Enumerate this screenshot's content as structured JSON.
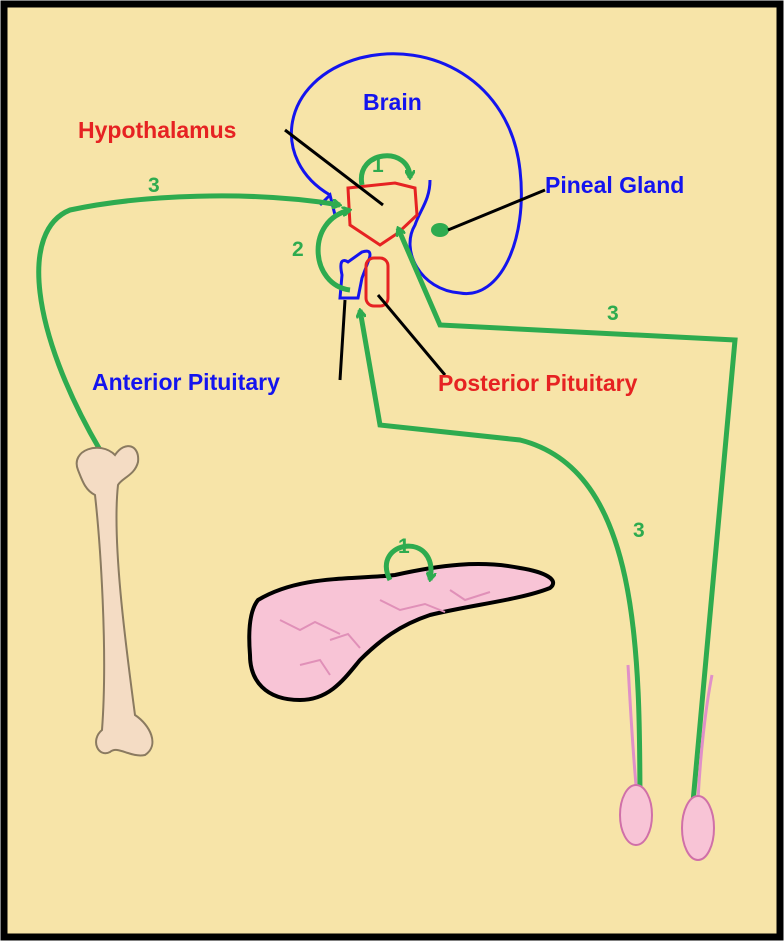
{
  "labels": {
    "brain": "Brain",
    "hypothalamus": "Hypothalamus",
    "pineal_gland": "Pineal Gland",
    "anterior_pituitary": "Anterior Pituitary",
    "posterior_pituitary": "Posterior Pituitary"
  },
  "pathway_numbers": {
    "hypothalamus_loop": "1",
    "pituitary_loop": "2",
    "bone_path": "3",
    "right_upper_path": "3",
    "right_lower_path": "3",
    "pancreas_loop": "1"
  },
  "colors": {
    "background": "#f7e4a8",
    "border": "#000000",
    "pathway": "#2eab4f",
    "blue_structure": "#1414ee",
    "red_structure": "#e62222",
    "bone": "#f4dcc4",
    "pancreas": "#f8c4d6"
  },
  "icons": [
    "bone-icon",
    "pancreas-icon",
    "gonad-icon"
  ]
}
